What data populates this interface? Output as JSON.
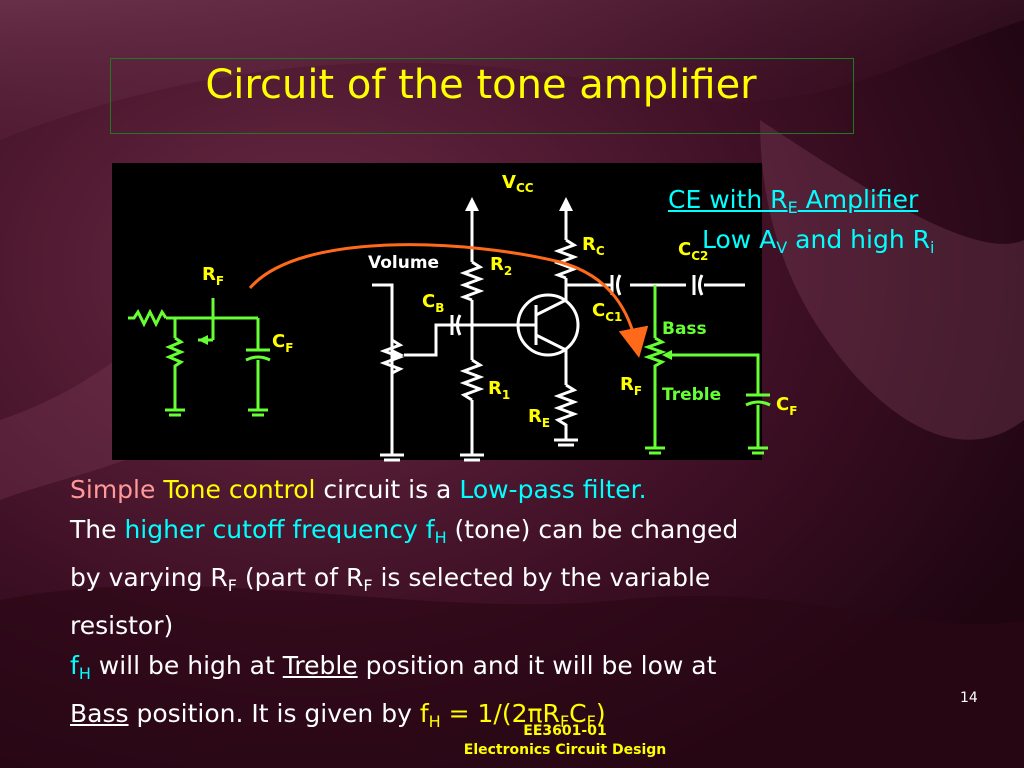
{
  "title": "Circuit of the tone amplifier",
  "circuit": {
    "vcc": {
      "main": "V",
      "sub": "CC"
    },
    "volume": "Volume",
    "r2": {
      "main": "R",
      "sub": "2"
    },
    "rc": {
      "main": "R",
      "sub": "C"
    },
    "cb": {
      "main": "C",
      "sub": "B"
    },
    "cc1": {
      "main": "C",
      "sub": "C1"
    },
    "cc2": {
      "main": "C",
      "sub": "C2"
    },
    "r1": {
      "main": "R",
      "sub": "1"
    },
    "re": {
      "main": "R",
      "sub": "E"
    },
    "rf_left": {
      "main": "R",
      "sub": "F"
    },
    "cf_left": {
      "main": "C",
      "sub": "F"
    },
    "bass": "Bass",
    "treble": "Treble",
    "rf_right": {
      "main": "R",
      "sub": "F"
    },
    "cf_right": {
      "main": "C",
      "sub": "F"
    }
  },
  "ce_note": {
    "line1_a": "CE with R",
    "line1_sub": "E",
    "line1_b": " Amplifier",
    "line2_a": "Low A",
    "line2_sub": "V",
    "line2_b": " and high R",
    "line2_sub2": "i"
  },
  "body": {
    "p1_simple": "Simple",
    "p1_tone": "Tone control",
    "p1_mid": " circuit is a ",
    "p1_lpf": "Low-pass filter.",
    "p2_the": "The ",
    "p2_hcf": "higher cutoff frequency f",
    "p2_sub": "H",
    "p2_rest": " (tone) can be changed",
    "p3_a": "by varying R",
    "p3_sub1": "F",
    "p3_b": "  (part of R",
    "p3_sub2": "F",
    "p3_c": " is selected by the variable",
    "p4": "resistor)",
    "p5_f": "f",
    "p5_sub": "H",
    "p5_a": " will be high at ",
    "p5_treble": "Treble",
    "p5_b": " position and it will be low at",
    "p6_bass": "Bass",
    "p6_a": " position. It is given by ",
    "p6_f": "f",
    "p6_sub": "H",
    "p6_eq": " = 1/(2πR",
    "p6_sub2": "F",
    "p6_c": "C",
    "p6_sub3": "F",
    "p6_end": ")"
  },
  "page_number": "14",
  "footer": {
    "line1": "EE3601-01",
    "line2": "Electronics Circuit Design"
  },
  "colors": {
    "title": "#ffff00",
    "accent_cyan": "#00ffff",
    "green": "#66ff33",
    "background": "#3a0a1e"
  }
}
